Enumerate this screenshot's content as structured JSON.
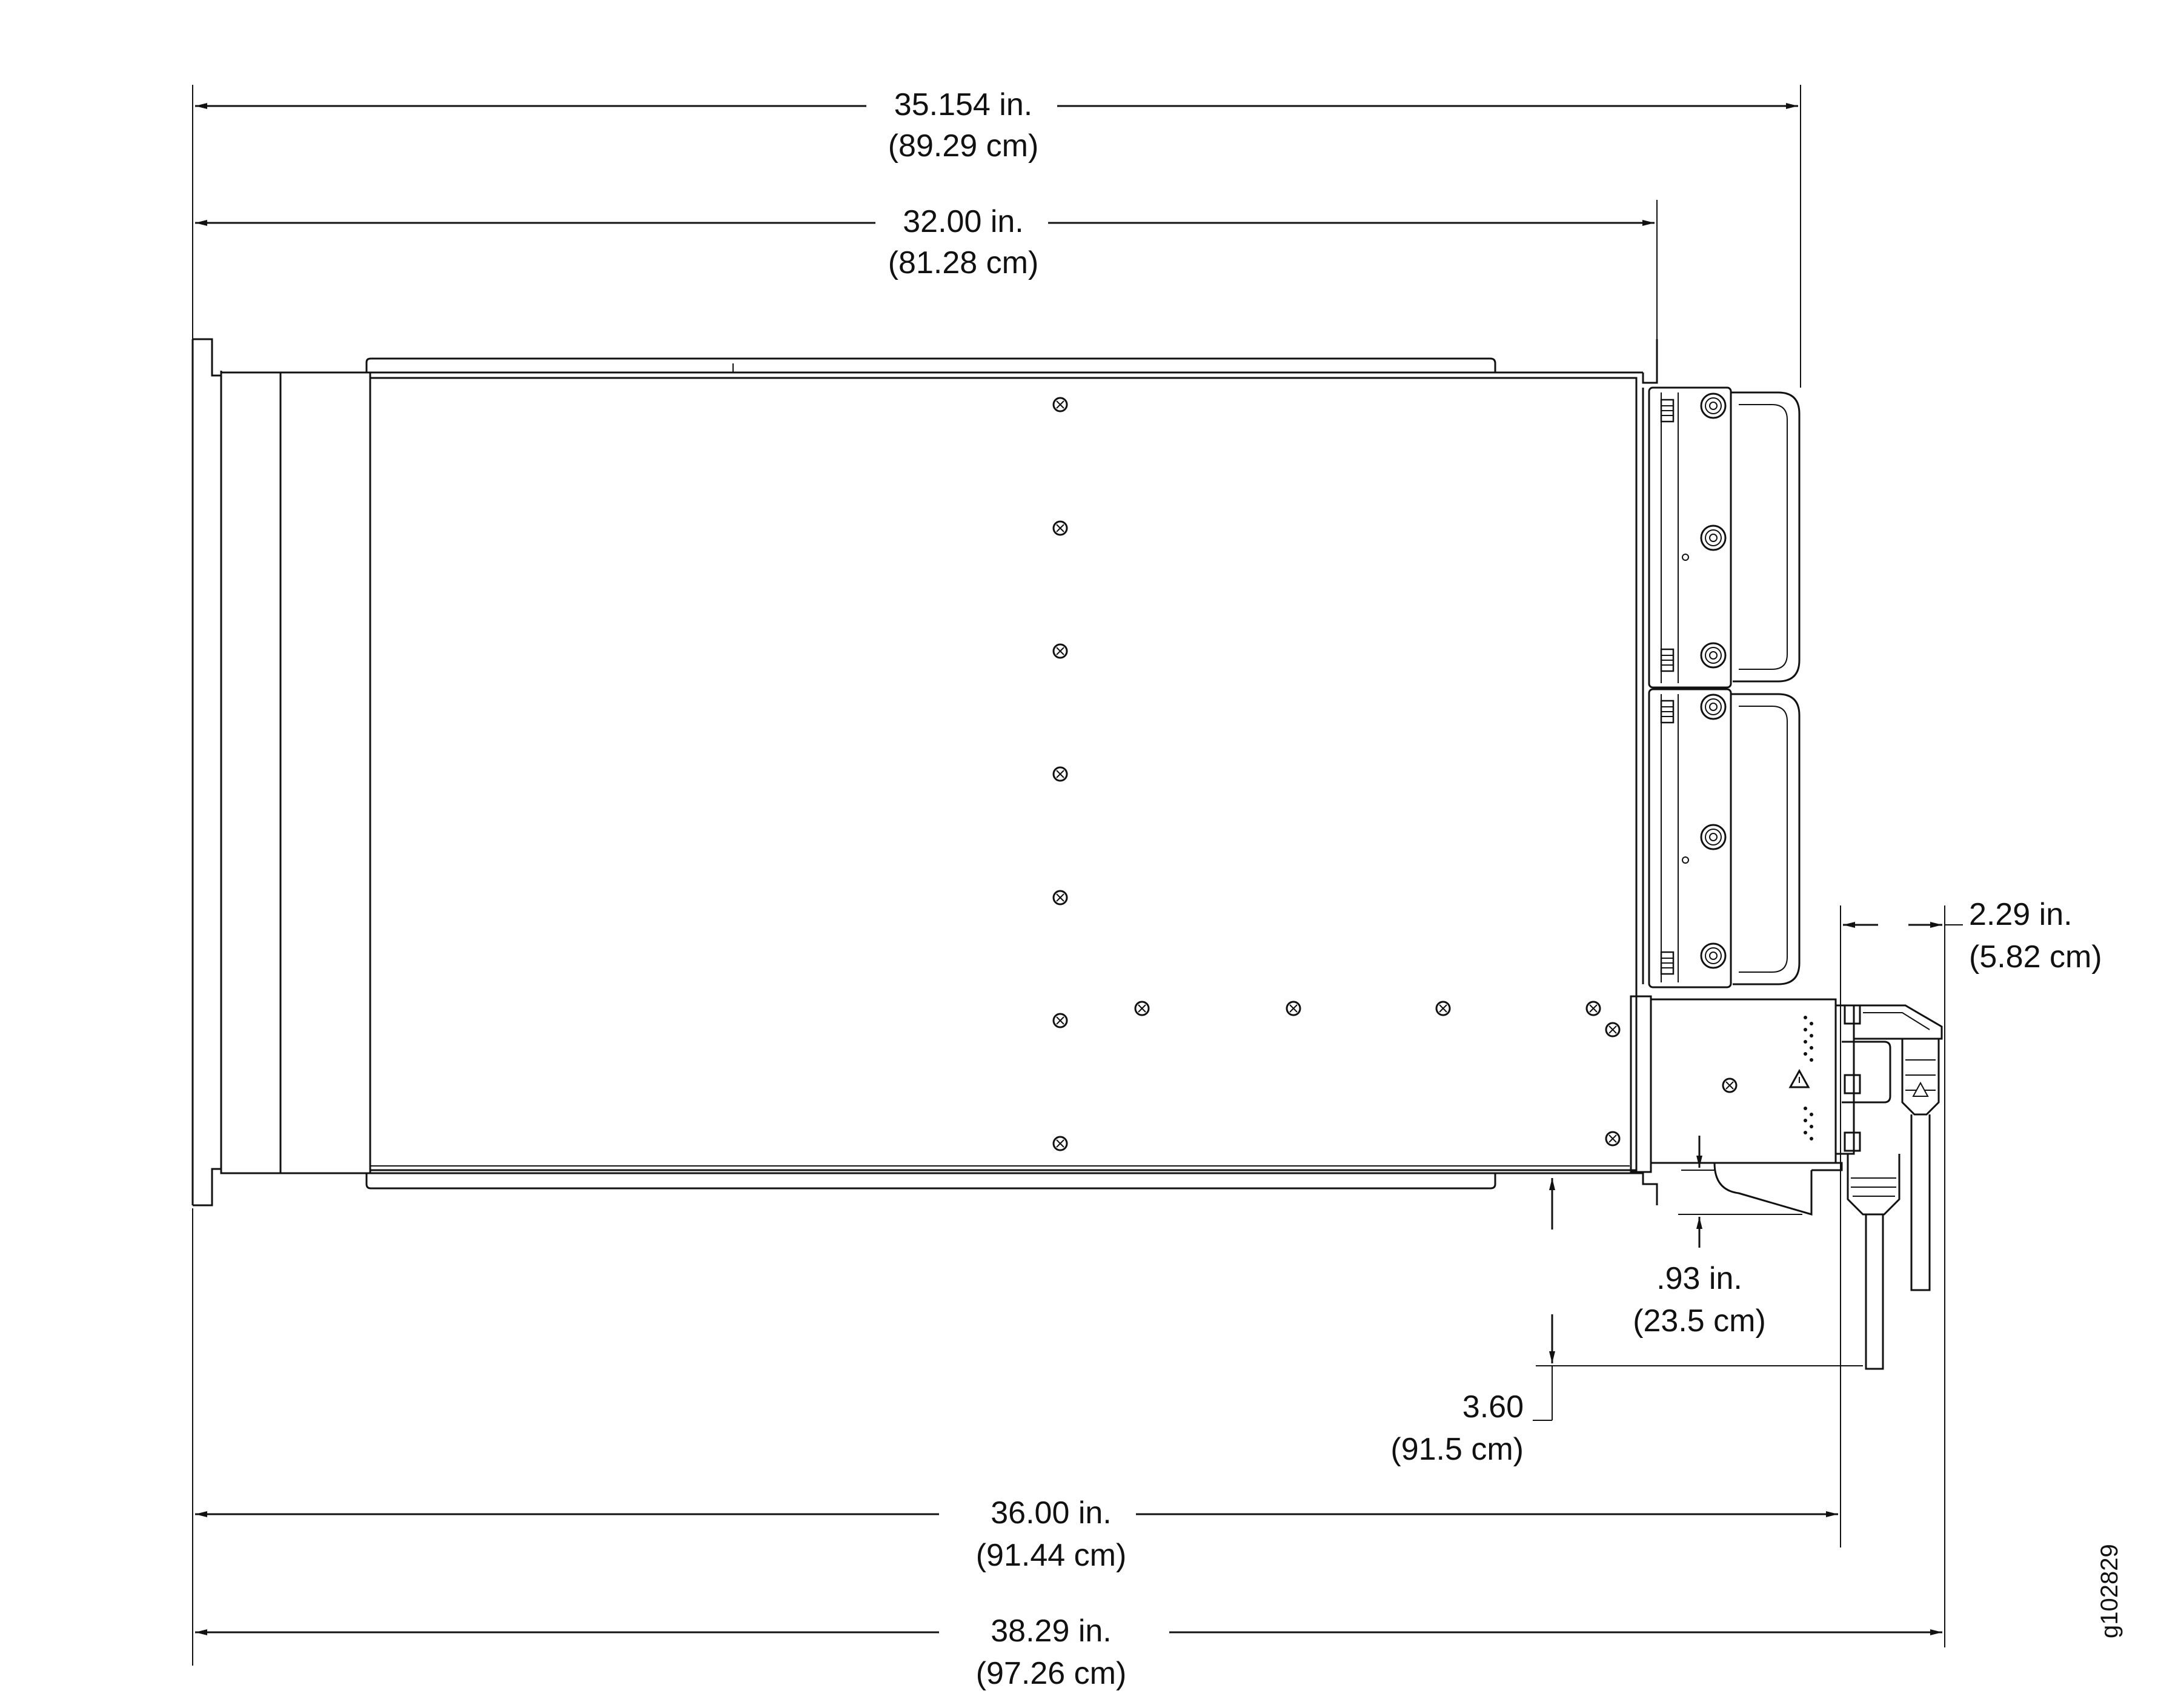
{
  "dimensions": {
    "overall_depth_handles": {
      "inches": "35.154 in.",
      "cm": "(89.29 cm)"
    },
    "chassis_depth": {
      "inches": "32.00 in.",
      "cm": "(81.28 cm)"
    },
    "psu_protrusion": {
      "inches": "2.29 in.",
      "cm": "(5.82 cm)"
    },
    "cable_clearance": {
      "inches": ".93 in.",
      "cm": "(23.5 cm)"
    },
    "bend_radius": {
      "inches": "3.60",
      "cm": "(91.5 cm)"
    },
    "depth_with_psu": {
      "inches": "36.00 in.",
      "cm": "(91.44 cm)"
    },
    "depth_with_cables": {
      "inches": "38.29 in.",
      "cm": "(97.26 cm)"
    }
  },
  "figure_id": "g102829",
  "icons": [
    "screw-icon",
    "warning-triangle-icon",
    "fan-module-handle-icon",
    "power-cable-icon"
  ]
}
